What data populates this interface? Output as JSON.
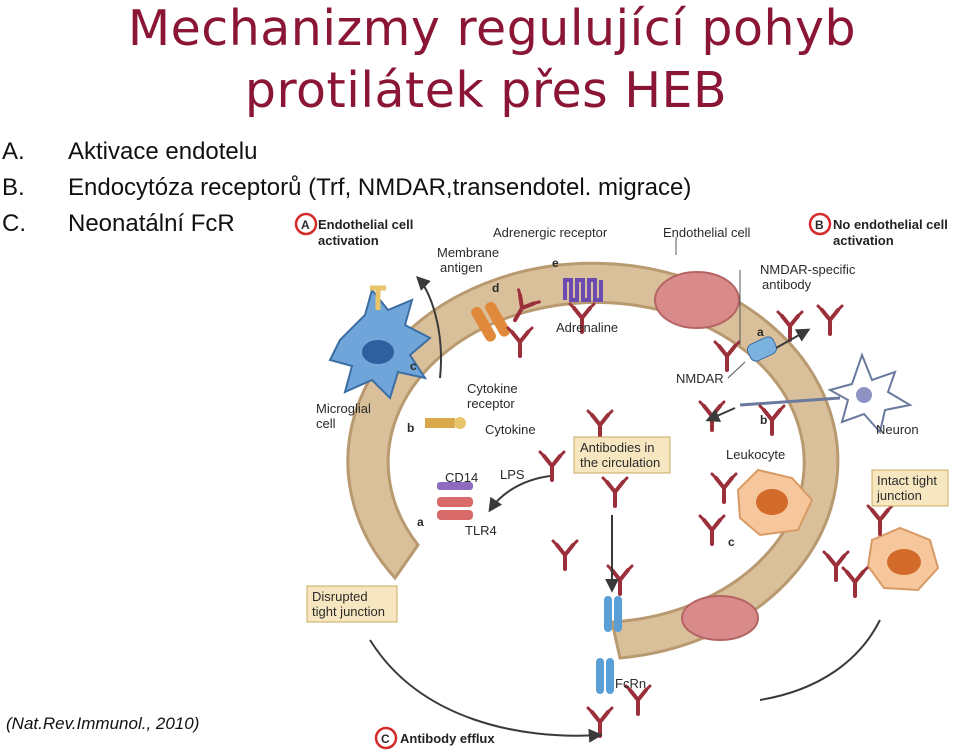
{
  "title": {
    "line1": "Mechanizmy regulující pohyb",
    "line2": "protilátek přes HEB"
  },
  "list": [
    {
      "letter": "A.",
      "text": "Aktivace endotelu"
    },
    {
      "letter": "B.",
      "text": "Endocytóza receptorů (Trf, NMDAR,transendotel. migrace)"
    },
    {
      "letter": "C.",
      "text": "Neonatální FcR"
    }
  ],
  "citation": "(Nat.Rev.Immunol., 2010)",
  "diagram": {
    "panel_a": {
      "letter": "A",
      "line1": "Endothelial cell",
      "line2": "activation"
    },
    "panel_b": {
      "letter": "B",
      "line1": "No endothelial cell",
      "line2": "activation"
    },
    "panel_c": {
      "letter": "C",
      "label": "Antibody efflux"
    },
    "labels": {
      "adrenergic_receptor": "Adrenergic receptor",
      "endothelial_cell": "Endothelial cell",
      "membrane_antigen_1": "Membrane",
      "membrane_antigen_2": "antigen",
      "adrenaline": "Adrenaline",
      "nmdar_antibody_1": "NMDAR-specific",
      "nmdar_antibody_2": "antibody",
      "nmdar": "NMDAR",
      "microglial_cell_1": "Microglial",
      "microglial_cell_2": "cell",
      "cytokine_receptor_1": "Cytokine",
      "cytokine_receptor_2": "receptor",
      "cytokine": "Cytokine",
      "antibodies_circulation_1": "Antibodies in",
      "antibodies_circulation_2": "the circulation",
      "neuron": "Neuron",
      "leukocyte": "Leukocyte",
      "cd14": "CD14",
      "lps": "LPS",
      "tlr4": "TLR4",
      "intact_tight_junction_1": "Intact tight",
      "intact_tight_junction_2": "junction",
      "disrupted_tight_junction_1": "Disrupted",
      "disrupted_tight_junction_2": "tight junction",
      "fcrn": "FcRn"
    },
    "step_letters": {
      "a1": "a",
      "b1": "b",
      "c1": "c",
      "d": "d",
      "e": "e",
      "a2": "a",
      "b2": "b",
      "c2": "c"
    },
    "colors": {
      "endothelium": "#d9c09a",
      "endothelium_edge": "#b99a70",
      "nucleus": "#d98a8a",
      "antibody": "#9b2f3a",
      "microglia": "#6fa5d8",
      "title": "#8b1535",
      "panel_circle": "#d42a2a"
    }
  }
}
